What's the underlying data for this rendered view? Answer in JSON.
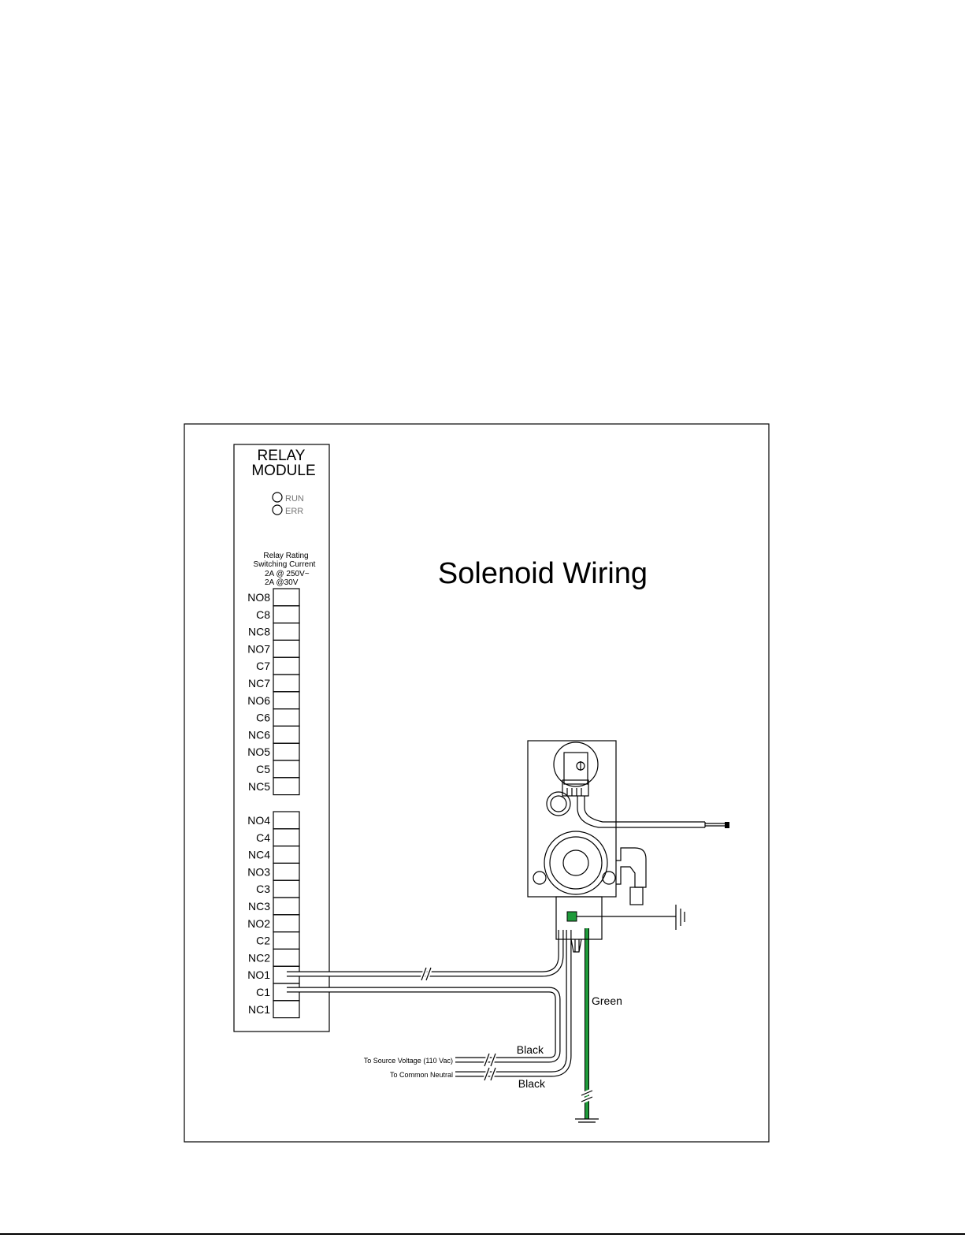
{
  "title": "Solenoid Wiring",
  "relay_module": {
    "title_line1": "RELAY",
    "title_line2": "MODULE",
    "indicators": [
      "RUN",
      "ERR"
    ],
    "rating": [
      "Relay Rating",
      "Switching Current",
      "2A @ 250V~",
      "2A @30V"
    ],
    "terminals_upper": [
      "NO8",
      "C8",
      "NC8",
      "NO7",
      "C7",
      "NC7",
      "NO6",
      "C6",
      "NC6",
      "NO5",
      "C5",
      "NC5"
    ],
    "terminals_lower": [
      "NO4",
      "C4",
      "NC4",
      "NO3",
      "C3",
      "NC3",
      "NO2",
      "C2",
      "NC2",
      "NO1",
      "C1",
      "NC1"
    ]
  },
  "wires": {
    "source": "To Source Voltage (110 Vac)",
    "neutral": "To Common Neutral",
    "black1": "Black",
    "black2": "Black",
    "green": "Green"
  },
  "colors": {
    "ground_wire": "#1f9a3a"
  }
}
